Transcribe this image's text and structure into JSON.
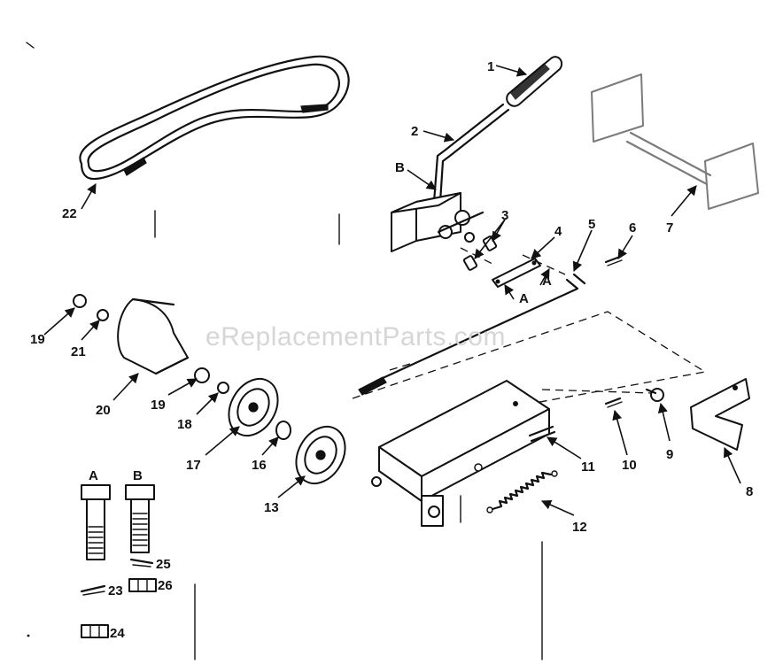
{
  "watermark": "eReplacementParts.com",
  "labels": {
    "p1": "1",
    "p2": "2",
    "p3": "3",
    "p4": "4",
    "p5": "5",
    "p6": "6",
    "p7": "7",
    "p8": "8",
    "p9": "9",
    "p10": "10",
    "p11": "11",
    "p12": "12",
    "p13": "13",
    "p16": "16",
    "p17": "17",
    "p18": "18",
    "p19a": "19",
    "p19b": "19",
    "p20": "20",
    "p21": "21",
    "p22": "22",
    "p23": "23",
    "p24": "24",
    "p25": "25",
    "p26": "26",
    "refA1": "A",
    "refA2": "A",
    "refB": "B",
    "boltA": "A",
    "boltB": "B"
  }
}
